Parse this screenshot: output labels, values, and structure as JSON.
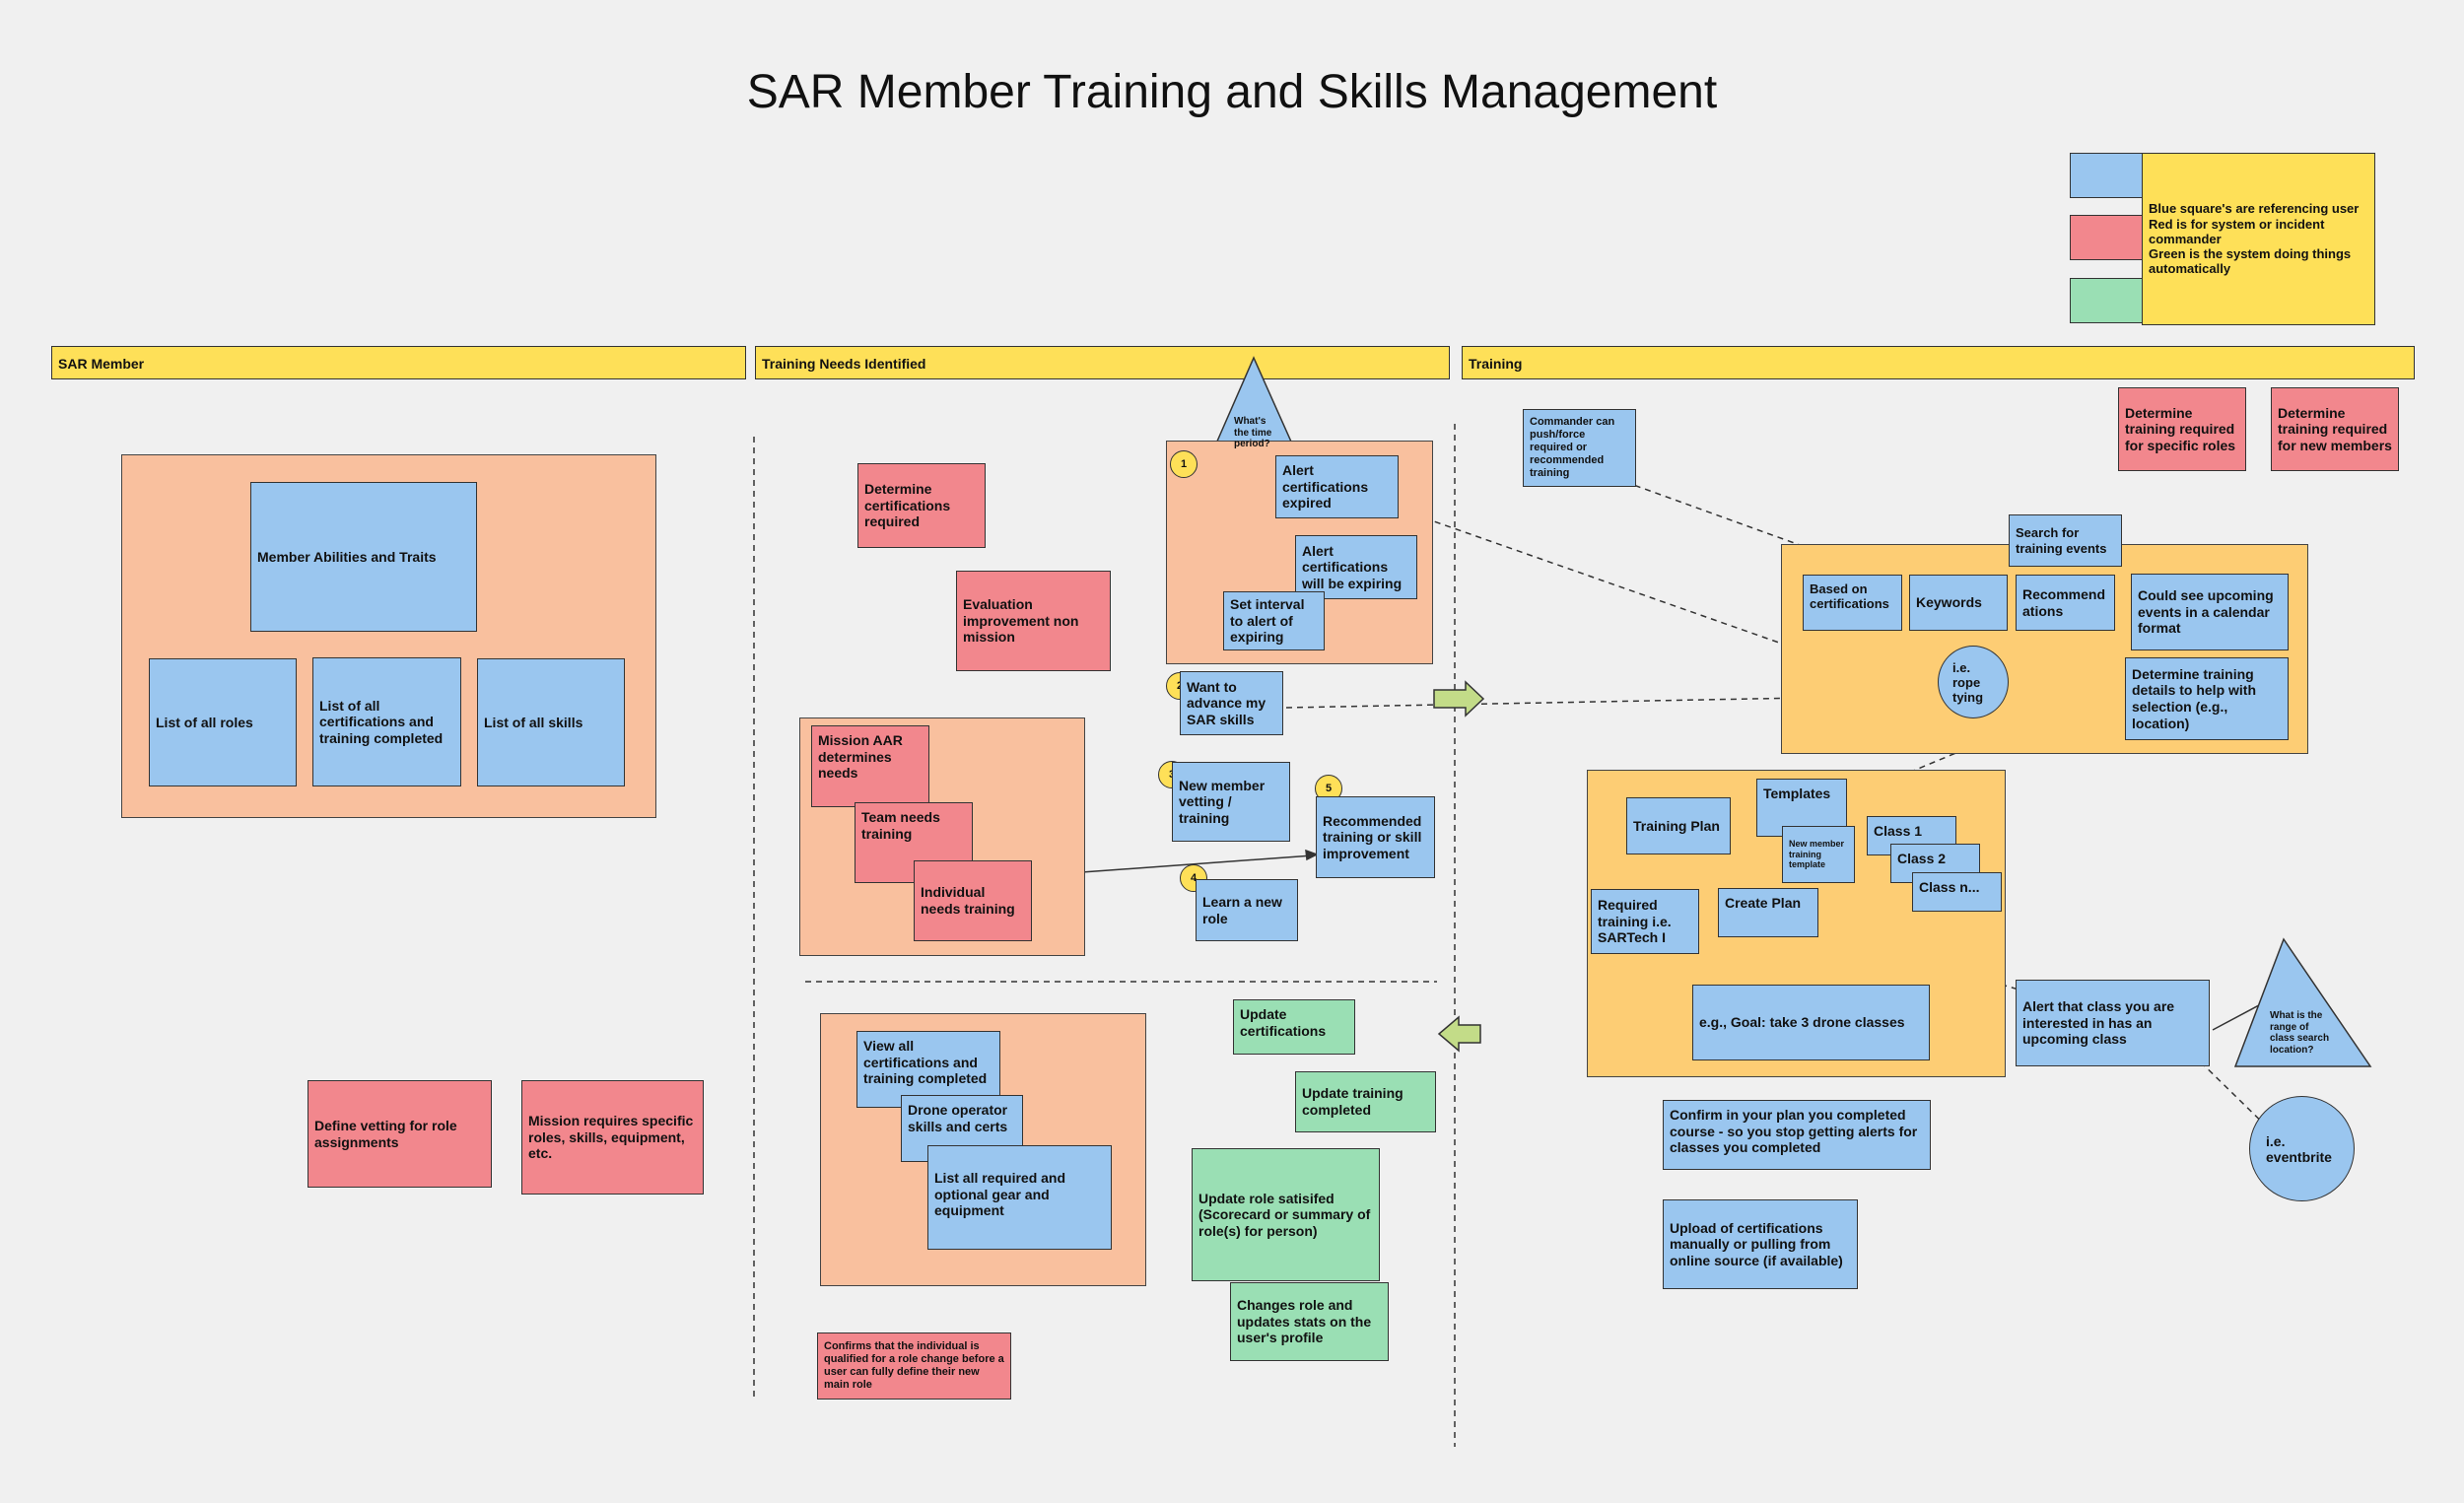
{
  "title": "SAR Member Training and Skills Management",
  "legend": {
    "text": "Blue square's are referencing user\nRed is for system or incident commander\nGreen is the system doing things automatically"
  },
  "lanes": {
    "sar_member": "SAR Member",
    "training_needs": "Training Needs Identified",
    "training": "Training"
  },
  "sar_member": {
    "abilities": "Member Abilities and Traits",
    "roles": "List of all roles",
    "certs": "List of all certifications and training completed",
    "skills": "List of all skills",
    "define_vetting": "Define vetting for role assignments",
    "mission_requires": "Mission requires specific roles, skills, equipment, etc."
  },
  "needs": {
    "determine_certs": "Determine certifications required",
    "evaluation": "Evaluation improvement non mission",
    "triangle_time": "What's the time period?",
    "alert_expired": "Alert certifications expired",
    "alert_expiring": "Alert certifications will be expiring",
    "set_interval": "Set interval to alert of expiring",
    "want_advance": "Want to advance my SAR skills",
    "new_vetting": "New member vetting / training",
    "recommended": "Recommended training or skill improvement",
    "learn_role": "Learn a new role",
    "mission_aar": "Mission AAR determines needs",
    "team_needs": "Team needs training",
    "individual_needs": "Individual needs training",
    "view_all": "View all certifications and training completed",
    "drone_operator": "Drone operator skills and certs",
    "list_gear": "List all required and optional gear and equipment",
    "confirms": "Confirms that the individual is qualified for a role change before a user can fully define their new main role",
    "update_certs": "Update certifications",
    "update_training": "Update training completed",
    "update_role": "Update role satisifed (Scorecard or summary of role(s) for person)",
    "changes_role": "Changes role and updates stats on the user's profile",
    "badges": [
      "1",
      "2",
      "3",
      "4",
      "5"
    ]
  },
  "training": {
    "commander": "Commander can push/force required or recommended training",
    "determine_specific": "Determine training required for specific roles",
    "determine_new": "Determine training required for new members",
    "search_events": "Search for training events",
    "based_on_certs": "Based on certifications",
    "keywords": "Keywords",
    "recommendations": "Recommend ations",
    "upcoming_calendar": "Could see upcoming events in a calendar format",
    "rope_tying": "i.e. rope tying",
    "training_details": "Determine training details to help with selection (e.g., location)",
    "training_plan": "Training Plan",
    "templates": "Templates",
    "new_member_template": "New member training template",
    "class1": "Class 1",
    "class2": "Class 2",
    "classn": "Class n...",
    "required_training": "Required training i.e. SARTech I",
    "create_plan": "Create Plan",
    "goal": "e.g., Goal: take 3 drone classes",
    "alert_class": "Alert that class you are interested in has an upcoming class",
    "range_triangle": "What is the range of class search location?",
    "eventbrite": "i.e. eventbrite",
    "confirm_plan": "Confirm in your plan you completed course - so you stop getting alerts for classes you completed",
    "upload_certs": "Upload of certifications manually or pulling from online source (if available)"
  },
  "colors": {
    "blue": "#9ac6ef",
    "red": "#f2878d",
    "green": "#9adfb4",
    "yellow": "#fee058",
    "peach": "#f9c09e",
    "orange": "#fdcd74",
    "background": "#f0f0f0"
  }
}
